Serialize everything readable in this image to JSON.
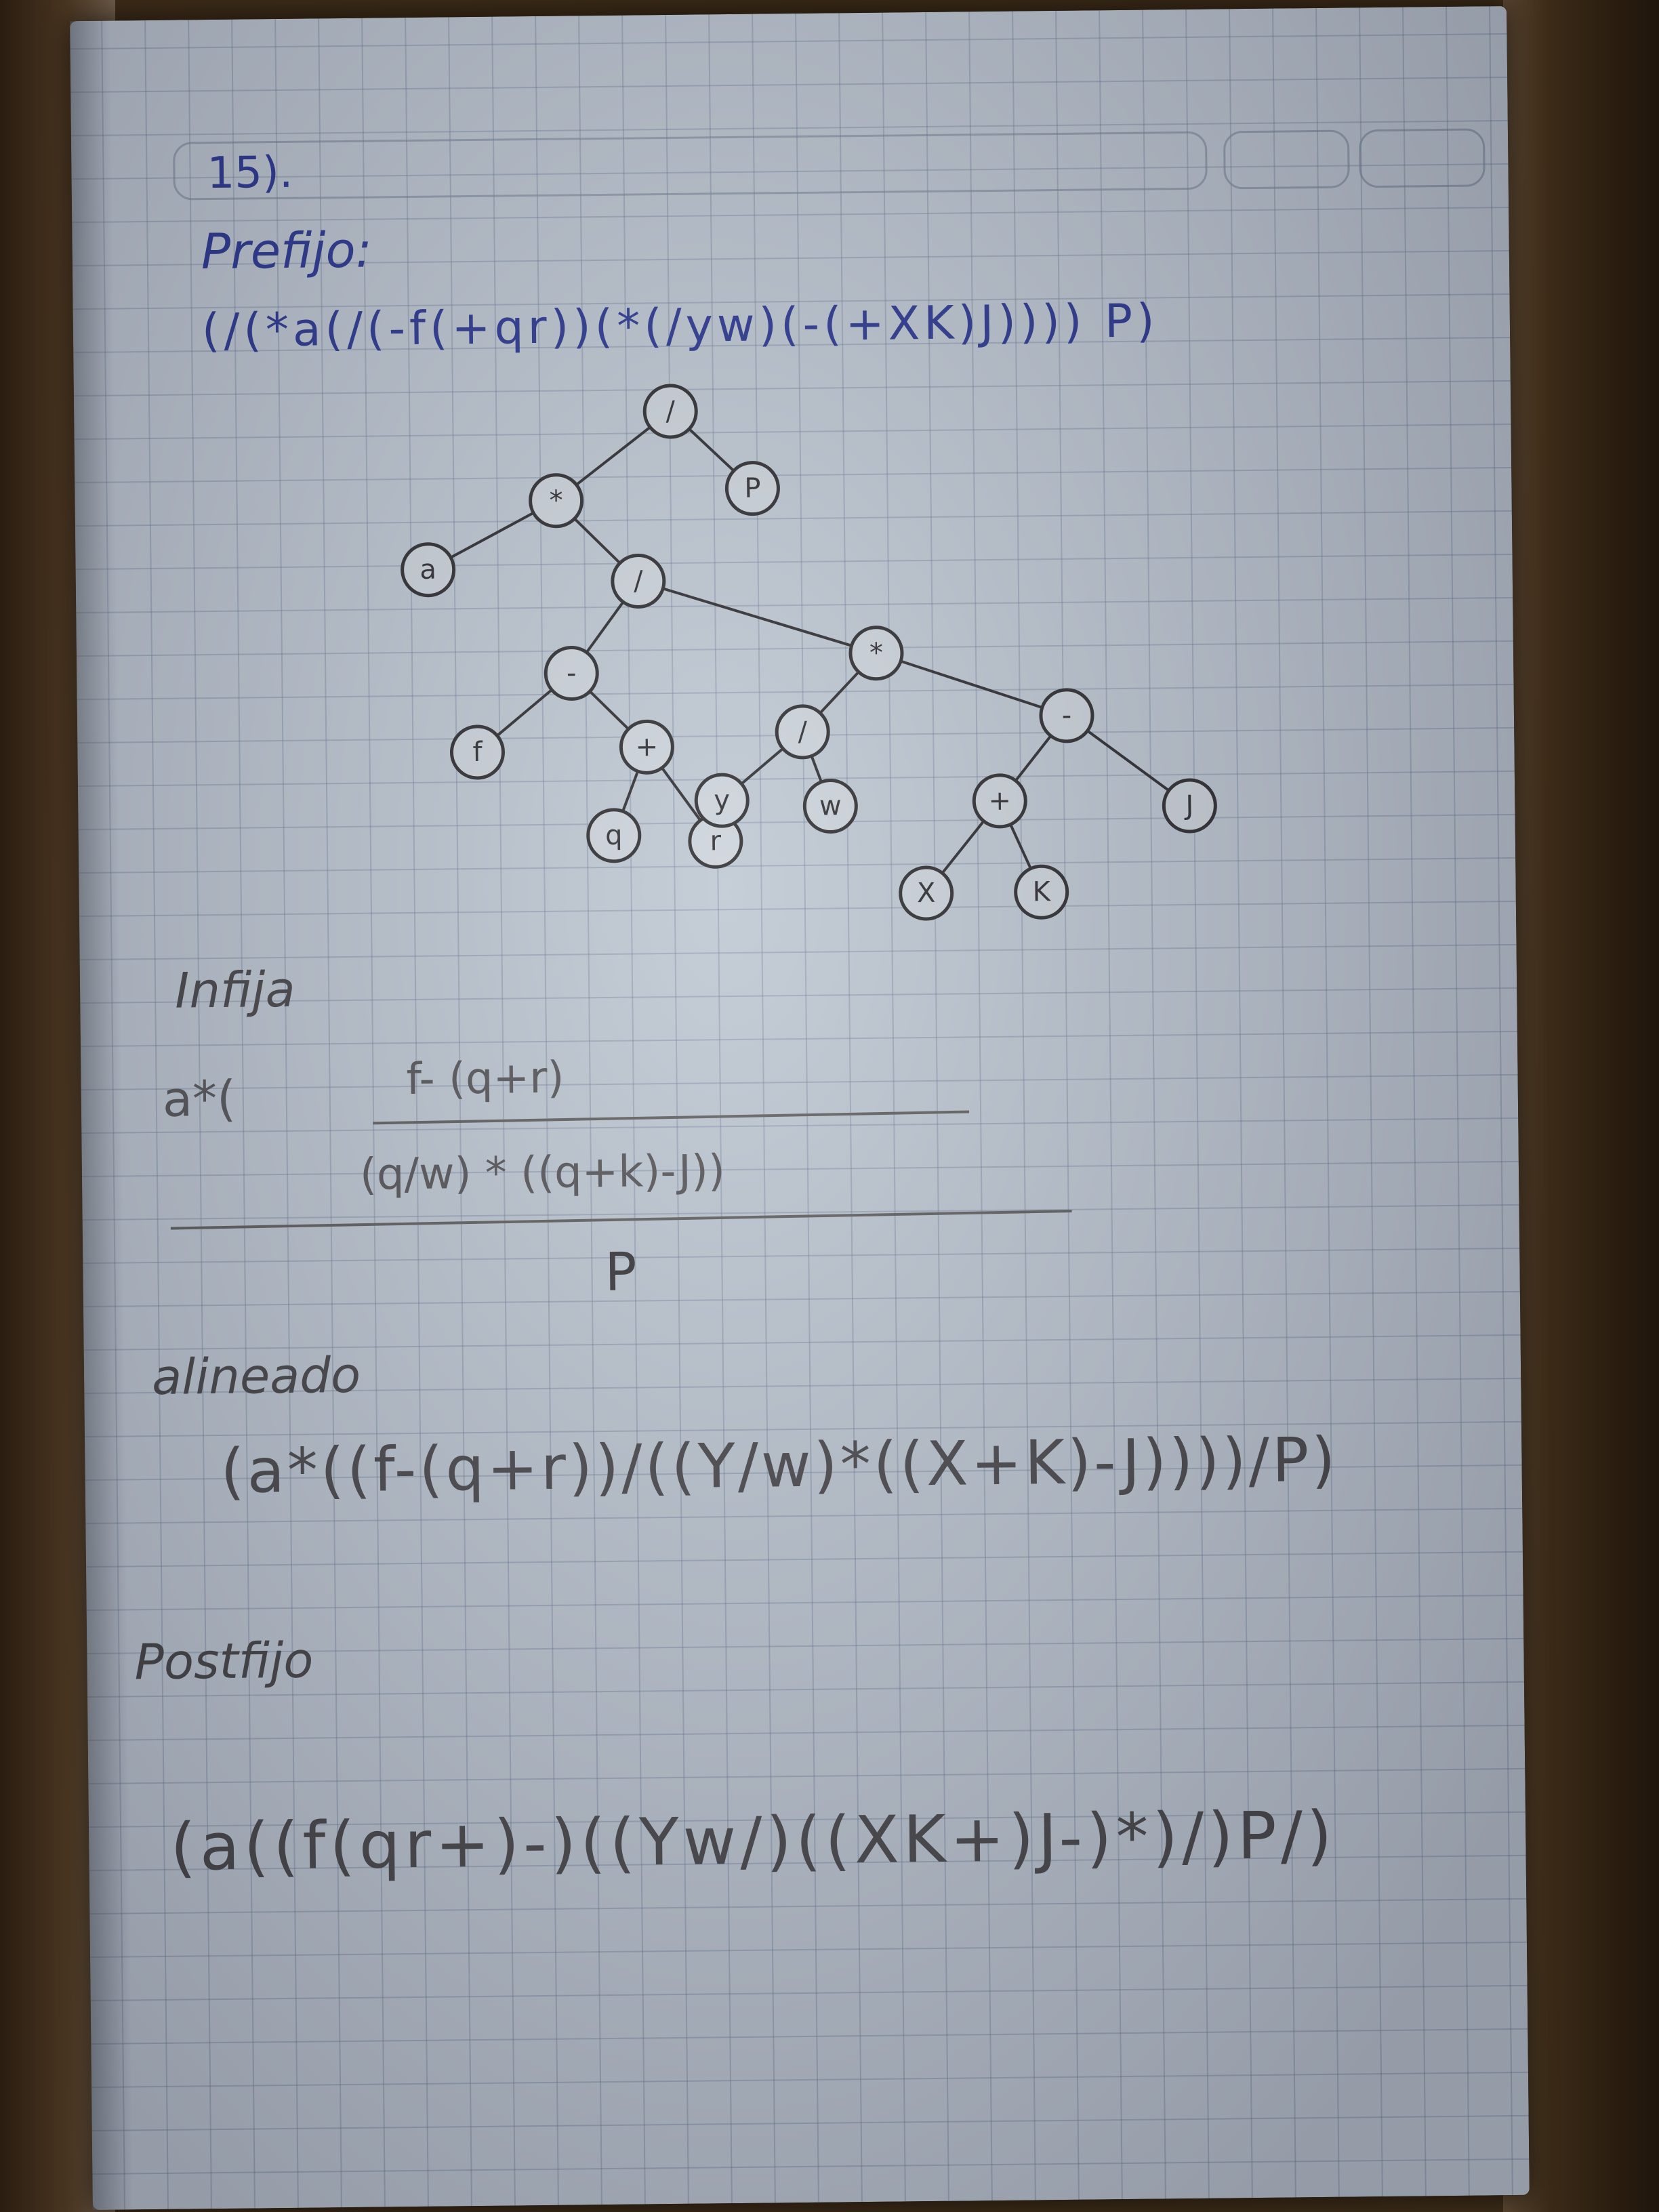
{
  "header": {
    "problem_number": "15).",
    "prefix_label": "Prefijo:",
    "prefix_expression": "(/(*a(/(-f(+qr))(*(/yw)(-(+XK)J)))) P)"
  },
  "tree": {
    "nodes": [
      {
        "id": "n1",
        "label": "/"
      },
      {
        "id": "n2",
        "label": "P"
      },
      {
        "id": "n3",
        "label": "*"
      },
      {
        "id": "n4",
        "label": "a"
      },
      {
        "id": "n5",
        "label": "/"
      },
      {
        "id": "n6",
        "label": "-"
      },
      {
        "id": "n7",
        "label": "*"
      },
      {
        "id": "n8",
        "label": "f"
      },
      {
        "id": "n9",
        "label": "+"
      },
      {
        "id": "n10",
        "label": "/"
      },
      {
        "id": "n11",
        "label": "-"
      },
      {
        "id": "n12",
        "label": "q"
      },
      {
        "id": "n13",
        "label": "r"
      },
      {
        "id": "n14",
        "label": "y"
      },
      {
        "id": "n15",
        "label": "w"
      },
      {
        "id": "n16",
        "label": "+"
      },
      {
        "id": "n17",
        "label": "J"
      },
      {
        "id": "n18",
        "label": "X"
      },
      {
        "id": "n19",
        "label": "K"
      }
    ],
    "edges": [
      [
        "n1",
        "n3"
      ],
      [
        "n1",
        "n2"
      ],
      [
        "n3",
        "n4"
      ],
      [
        "n3",
        "n5"
      ],
      [
        "n5",
        "n6"
      ],
      [
        "n5",
        "n7"
      ],
      [
        "n6",
        "n8"
      ],
      [
        "n6",
        "n9"
      ],
      [
        "n9",
        "n12"
      ],
      [
        "n9",
        "n13"
      ],
      [
        "n7",
        "n10"
      ],
      [
        "n7",
        "n11"
      ],
      [
        "n10",
        "n14"
      ],
      [
        "n10",
        "n15"
      ],
      [
        "n11",
        "n16"
      ],
      [
        "n11",
        "n17"
      ],
      [
        "n16",
        "n18"
      ],
      [
        "n16",
        "n19"
      ]
    ]
  },
  "infix": {
    "label": "Infija",
    "left": "a*(",
    "numerator": "f- (q+r)",
    "denominator": "(q/w) * ((q+k)-J))",
    "divisor": "P"
  },
  "aligned": {
    "label": "alineado",
    "expression": "(a*((f-(q+r))/((Y/w)*((X+K)-J))))/P)"
  },
  "postfix": {
    "label": "Postfijo",
    "expression": "(a((f(qr+)-)((Yw/)((XK+)J-)*)/)P/)"
  }
}
